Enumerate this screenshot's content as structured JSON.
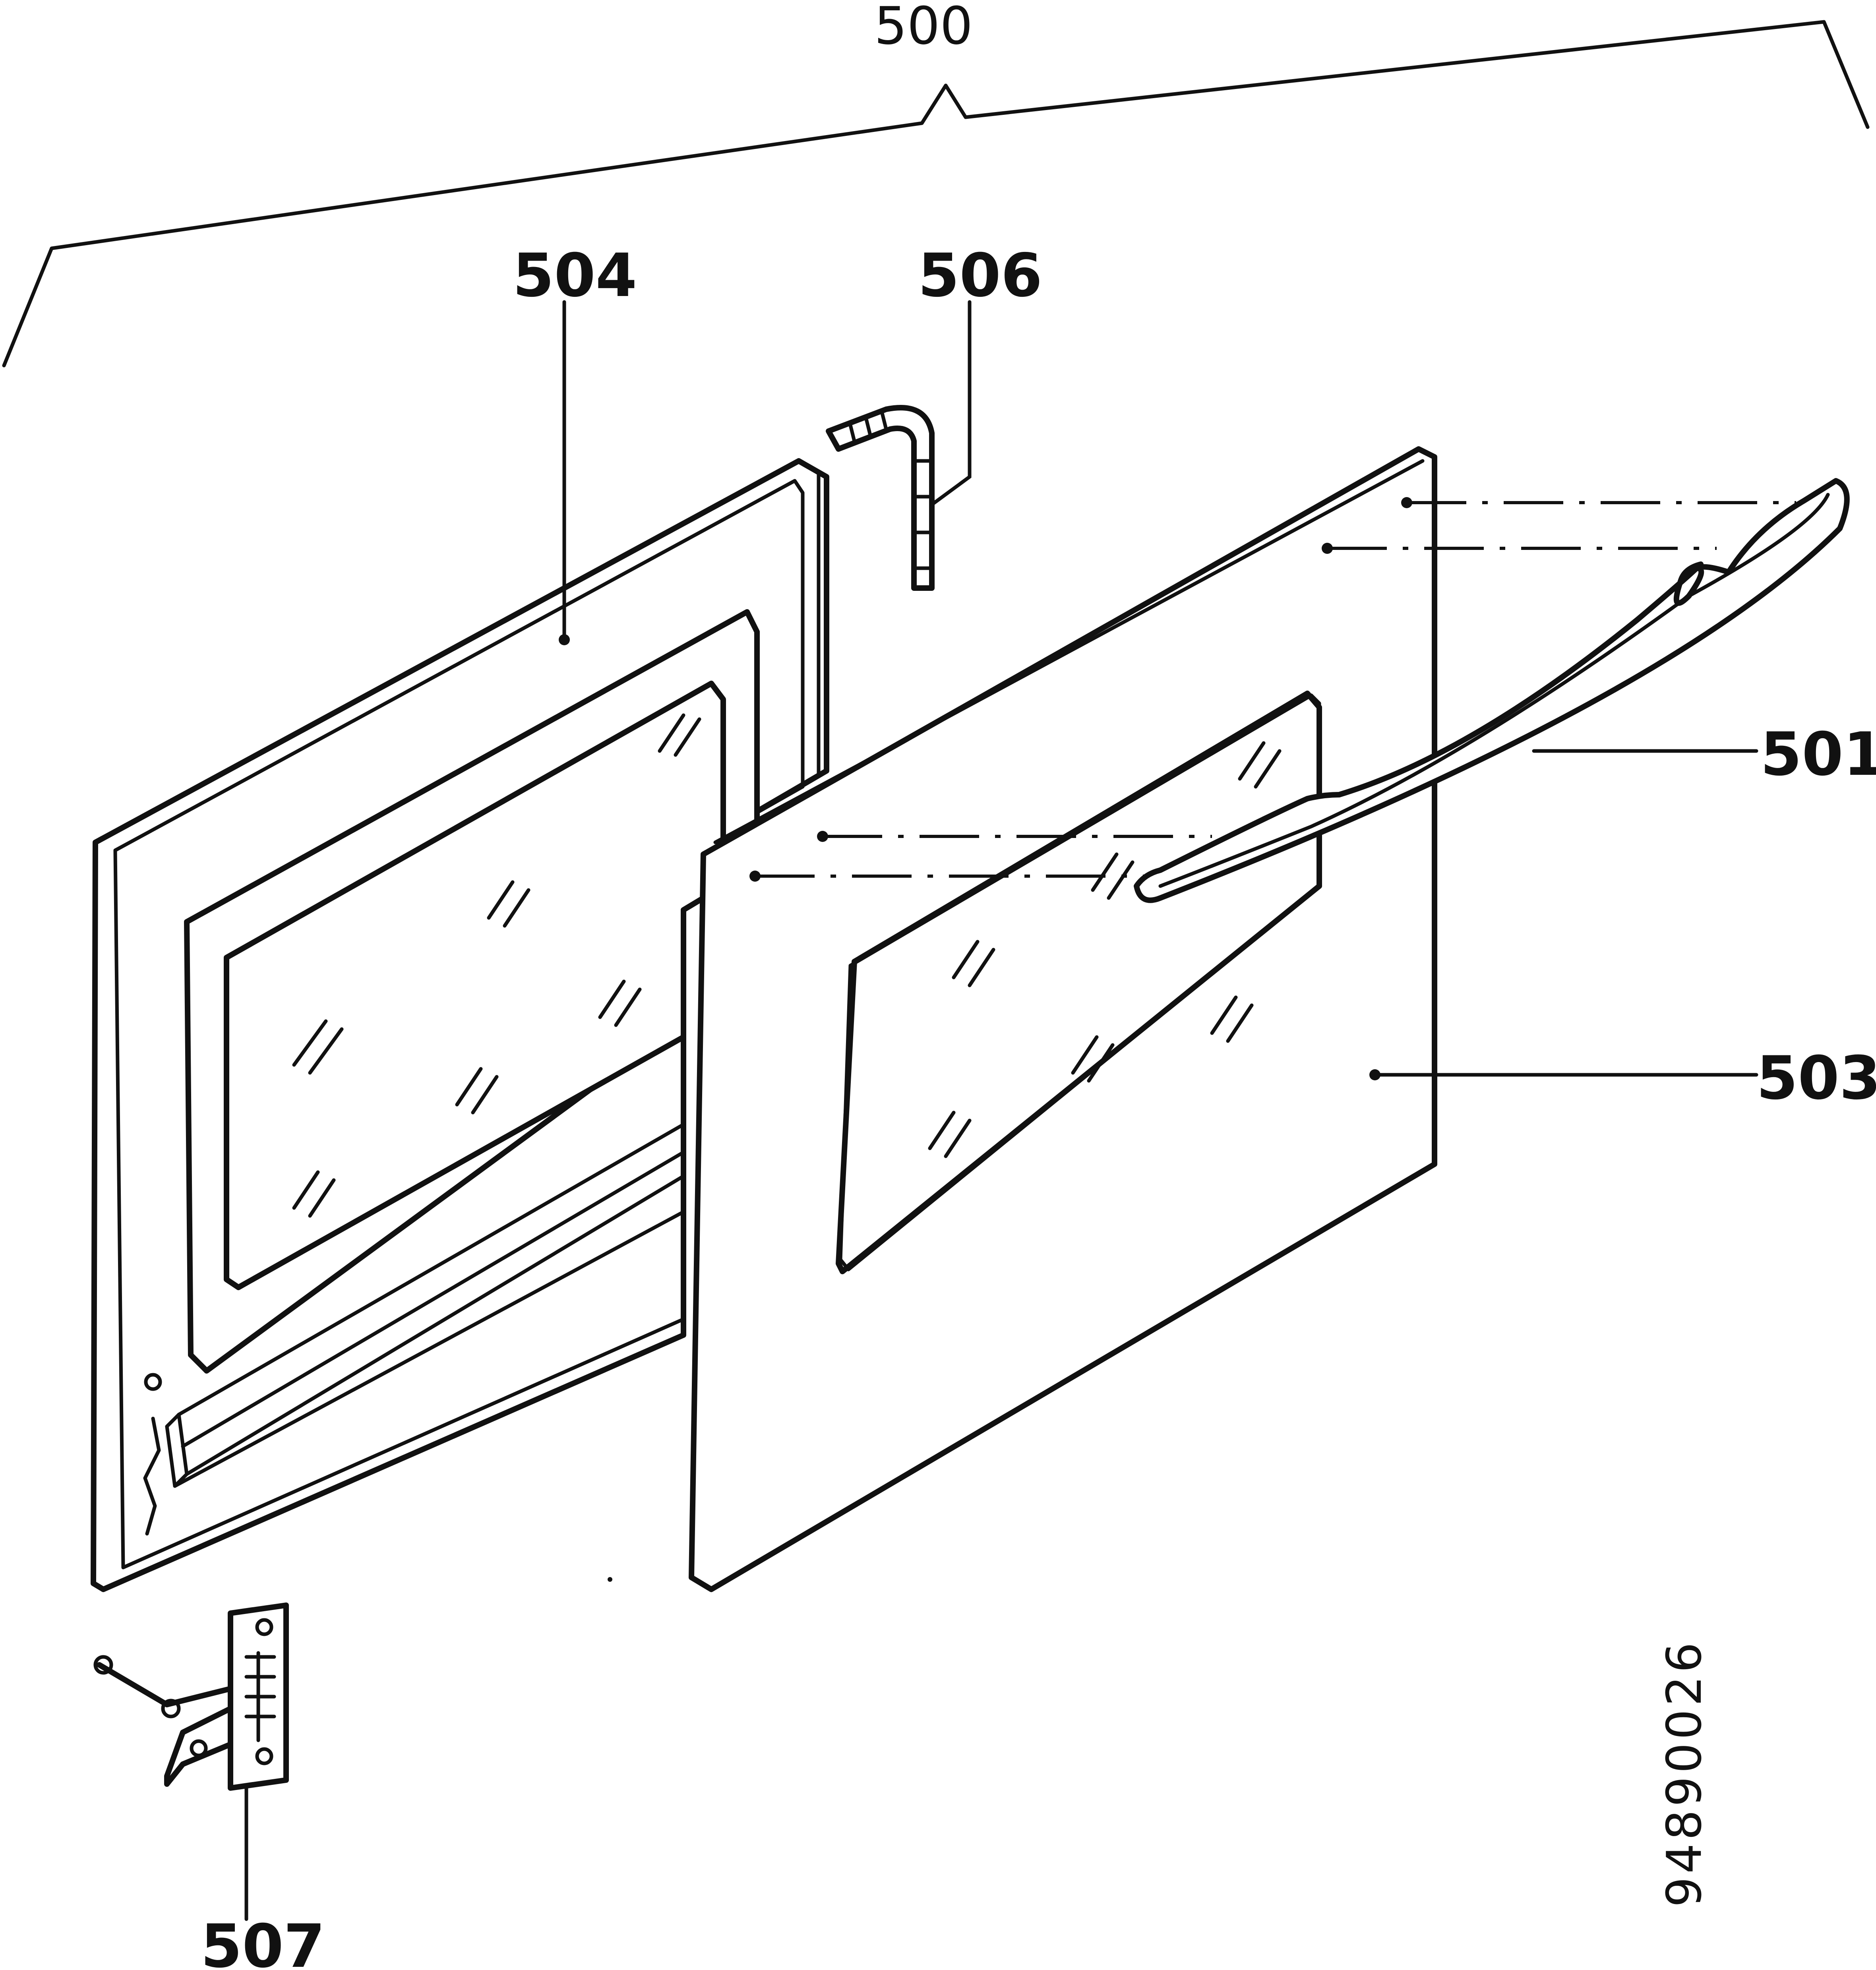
{
  "labels": {
    "assembly": "500",
    "handle": "501",
    "outer_panel": "503",
    "inner_panel": "504",
    "hinge_bracket": "506",
    "hinge": "507"
  },
  "drawing_code": "94890026"
}
